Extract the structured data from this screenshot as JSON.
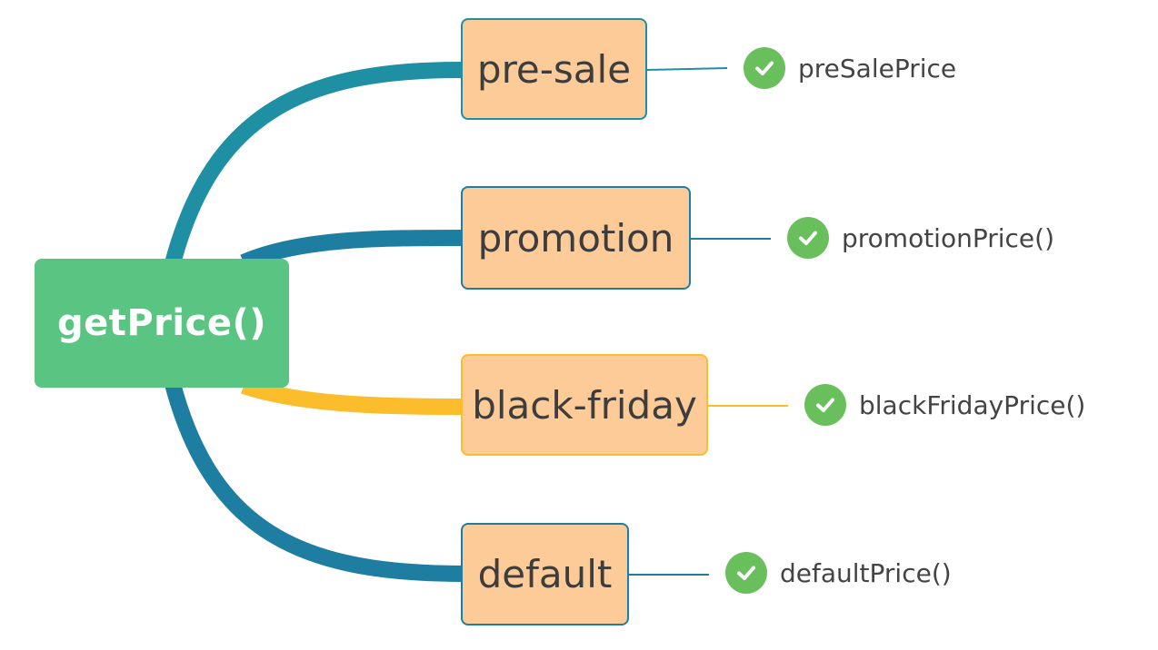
{
  "colors": {
    "root_fill": "#5ac483",
    "branch_fill": "#fdcb98",
    "teal": "#1f8fa3",
    "blue": "#1e7ea1",
    "yellow": "#fbbd2c",
    "check_green": "#68bf5b"
  },
  "root": {
    "label": "getPrice()"
  },
  "branches": [
    {
      "label": "pre-sale",
      "result": "preSalePrice",
      "color": "#1f8fa3",
      "icon": "check-icon"
    },
    {
      "label": "promotion",
      "result": "promotionPrice()",
      "color": "#1e7ea1",
      "icon": "check-icon"
    },
    {
      "label": "black-friday",
      "result": "blackFridayPrice()",
      "color": "#fbbd2c",
      "icon": "check-icon"
    },
    {
      "label": "default",
      "result": "defaultPrice()",
      "color": "#1e7ea1",
      "icon": "check-icon"
    }
  ]
}
